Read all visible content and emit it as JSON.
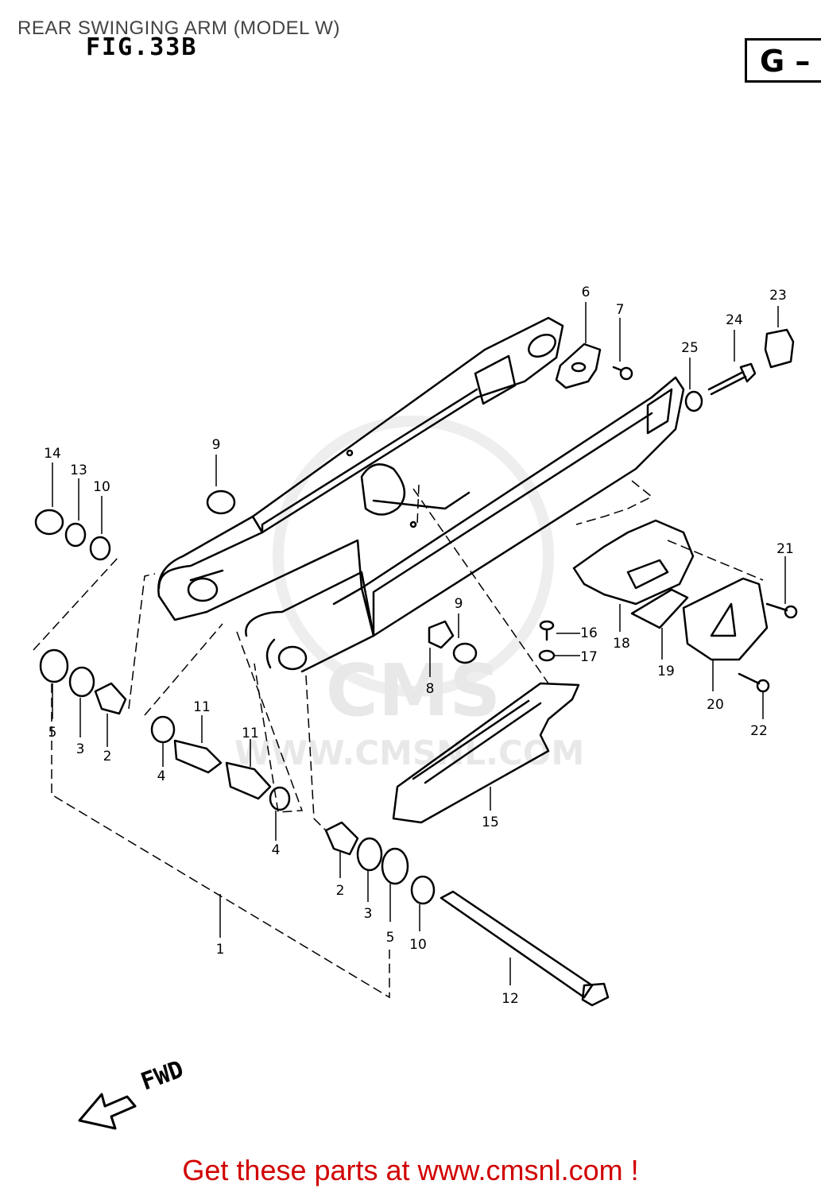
{
  "title": "REAR SWINGING ARM (MODEL W)",
  "fig_label": "FIG.33B",
  "corner_box": "G –",
  "direction_label": "FWD",
  "watermark": {
    "brand": "CMS",
    "url": "WWW.CMSNL.COM"
  },
  "footer": "Get these parts at www.cmsnl.com !",
  "part_labels": [
    {
      "n": "6"
    },
    {
      "n": "7"
    },
    {
      "n": "23"
    },
    {
      "n": "24"
    },
    {
      "n": "25"
    },
    {
      "n": "14"
    },
    {
      "n": "13"
    },
    {
      "n": "10"
    },
    {
      "n": "9"
    },
    {
      "n": "9"
    },
    {
      "n": "21"
    },
    {
      "n": "16"
    },
    {
      "n": "17"
    },
    {
      "n": "18"
    },
    {
      "n": "19"
    },
    {
      "n": "20"
    },
    {
      "n": "22"
    },
    {
      "n": "8"
    },
    {
      "n": "5"
    },
    {
      "n": "3"
    },
    {
      "n": "2"
    },
    {
      "n": "11"
    },
    {
      "n": "11"
    },
    {
      "n": "4"
    },
    {
      "n": "4"
    },
    {
      "n": "15"
    },
    {
      "n": "2"
    },
    {
      "n": "3"
    },
    {
      "n": "5"
    },
    {
      "n": "10"
    },
    {
      "n": "1"
    },
    {
      "n": "12"
    }
  ]
}
